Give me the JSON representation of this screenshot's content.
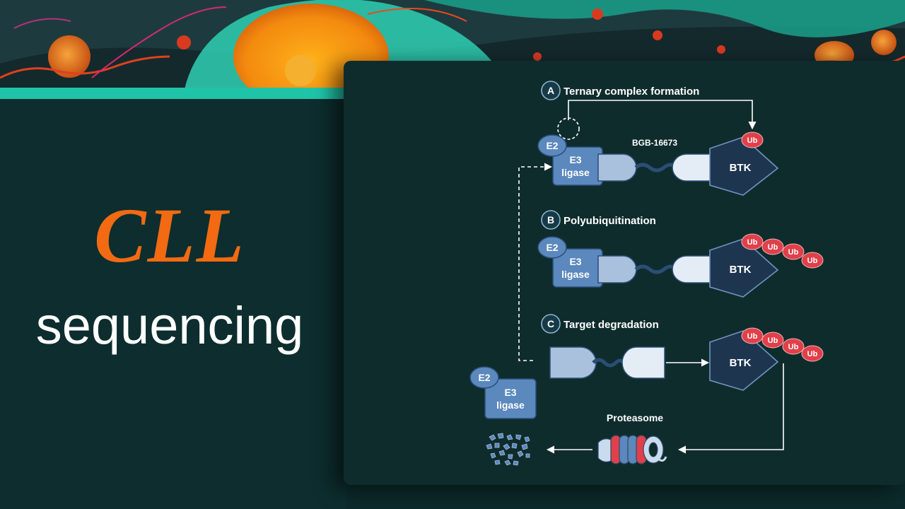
{
  "title": {
    "main": "CLL",
    "sub": "sequencing"
  },
  "colors": {
    "accent_orange": "#f26a12",
    "teal": "#1fc4a8",
    "ub_red": "#e0404a",
    "e3_blue": "#5b88bd",
    "btk_dark": "#1e3550"
  },
  "steps": {
    "a": {
      "letter": "A",
      "label": "Ternary complex formation"
    },
    "b": {
      "letter": "B",
      "label": "Polyubiquitination"
    },
    "c": {
      "letter": "C",
      "label": "Target degradation"
    }
  },
  "labels": {
    "e2": "E2",
    "e3_line1": "E3",
    "e3_line2": "ligase",
    "btk": "BTK",
    "ub": "Ub",
    "degrader": "BGB-16673",
    "proteasome": "Proteasome"
  }
}
